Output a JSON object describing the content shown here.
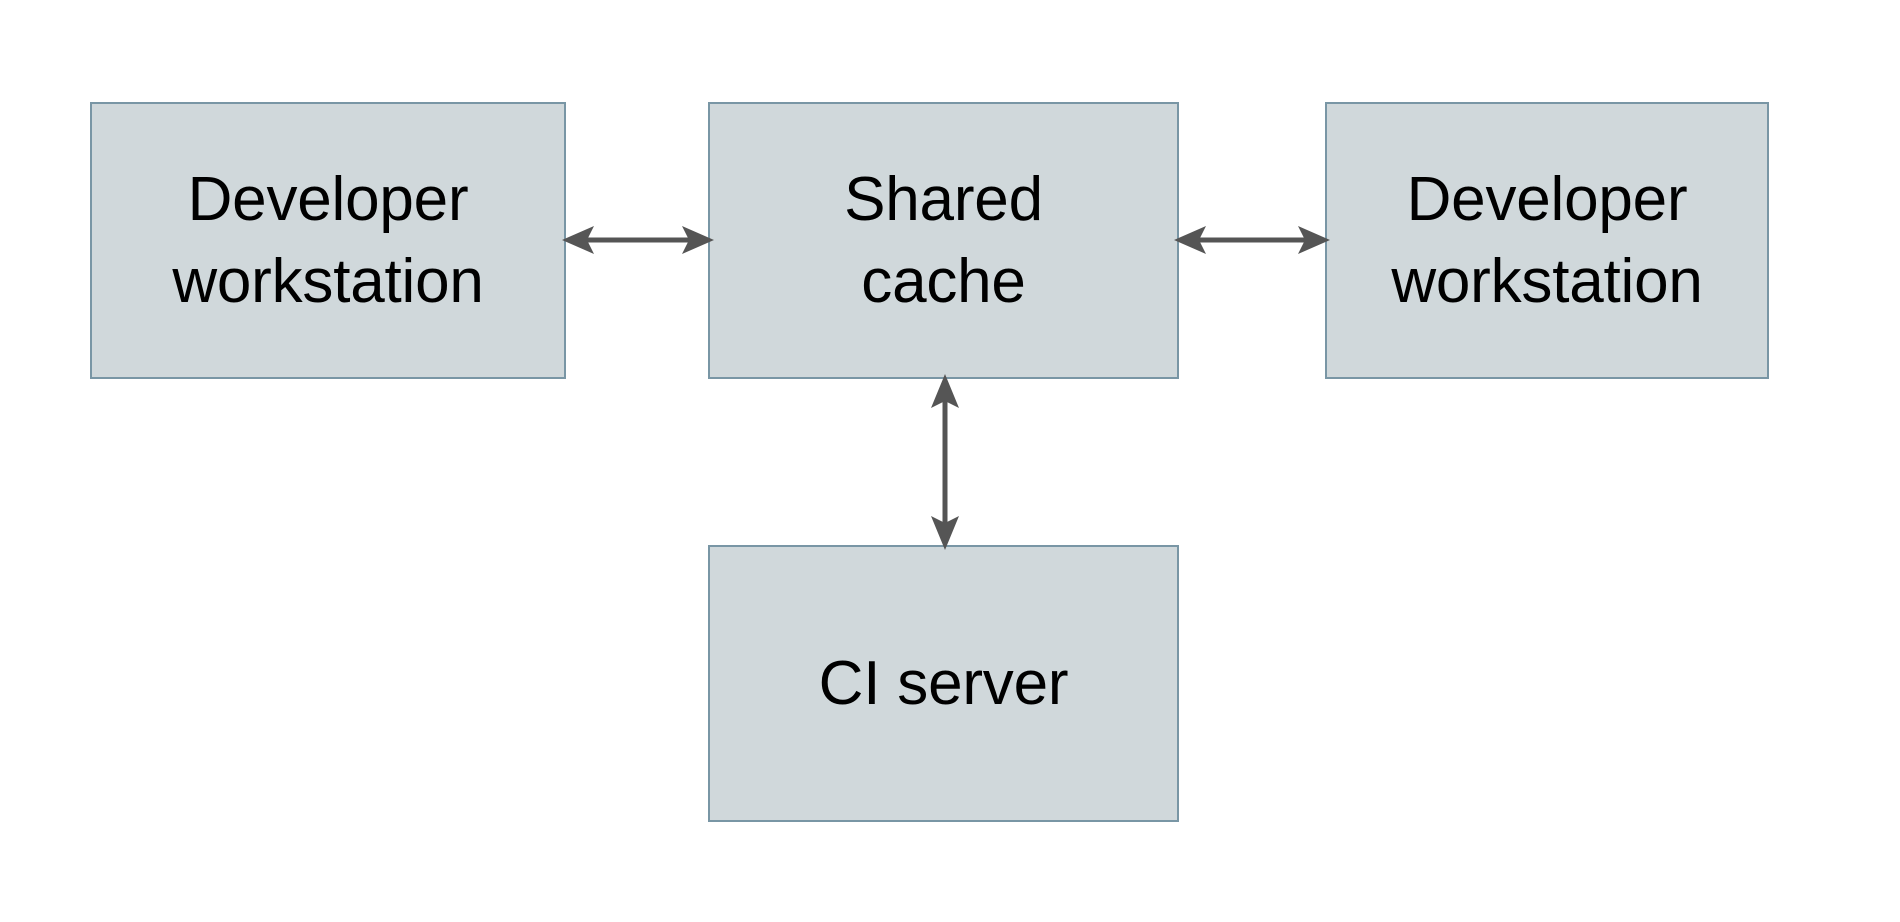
{
  "diagram": {
    "type": "block-diagram",
    "background_color": "#ffffff",
    "node_fill_color": "#d0d8db",
    "node_border_color": "#7996a5",
    "edge_color": "#555555",
    "text_color": "#000000",
    "nodes": [
      {
        "id": "dev-left",
        "label": "Developer\nworkstation",
        "shape": "rectangle"
      },
      {
        "id": "cache",
        "label": "Shared\ncache",
        "shape": "rectangle"
      },
      {
        "id": "dev-right",
        "label": "Developer\nworkstation",
        "shape": "rectangle"
      },
      {
        "id": "ci",
        "label": "CI server",
        "shape": "rectangle"
      }
    ],
    "edges": [
      {
        "id": "dev-left-cache",
        "from": "dev-left",
        "to": "cache",
        "arrow": "double",
        "orientation": "horizontal"
      },
      {
        "id": "cache-dev-right",
        "from": "cache",
        "to": "dev-right",
        "arrow": "double",
        "orientation": "horizontal"
      },
      {
        "id": "cache-ci",
        "from": "cache",
        "to": "ci",
        "arrow": "double",
        "orientation": "vertical"
      }
    ]
  }
}
